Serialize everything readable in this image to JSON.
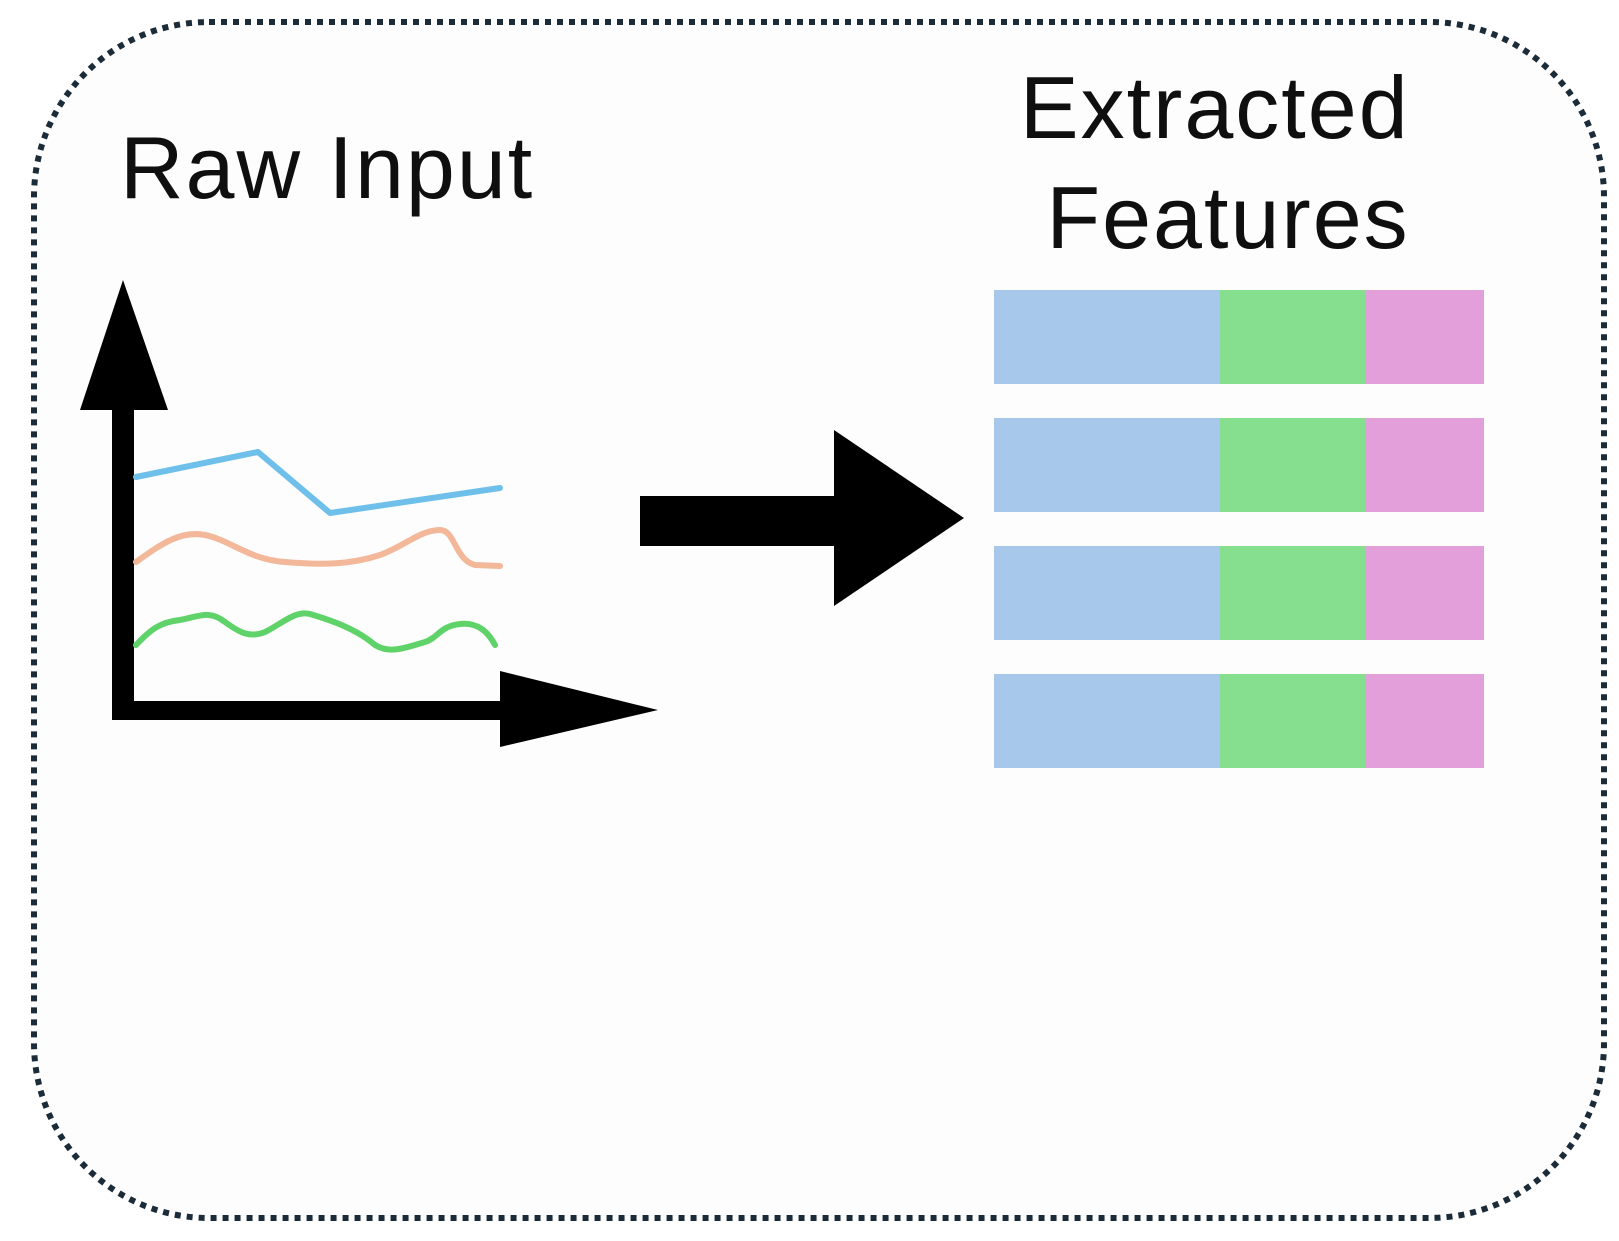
{
  "diagram": {
    "input_label": "Raw Input",
    "output_label_lines": [
      "Extracted",
      "Features"
    ],
    "colors": {
      "border": "#1c2b38",
      "background": "#fdfdfd",
      "axis": "#000000",
      "arrow": "#000000",
      "signal_1": "#6ec0ea",
      "signal_2": "#f3b79a",
      "signal_3": "#5fd36a",
      "feature_1": "#a7c8ea",
      "feature_2": "#85df8f",
      "feature_3": "#e29fd9"
    },
    "signals": [
      {
        "color_key": "signal_1"
      },
      {
        "color_key": "signal_2"
      },
      {
        "color_key": "signal_3"
      }
    ],
    "feature_rows": [
      {
        "segments": [
          "feature_1",
          "feature_2",
          "feature_3"
        ]
      },
      {
        "segments": [
          "feature_1",
          "feature_2",
          "feature_3"
        ]
      },
      {
        "segments": [
          "feature_1",
          "feature_2",
          "feature_3"
        ]
      },
      {
        "segments": [
          "feature_1",
          "feature_2",
          "feature_3"
        ]
      }
    ]
  }
}
